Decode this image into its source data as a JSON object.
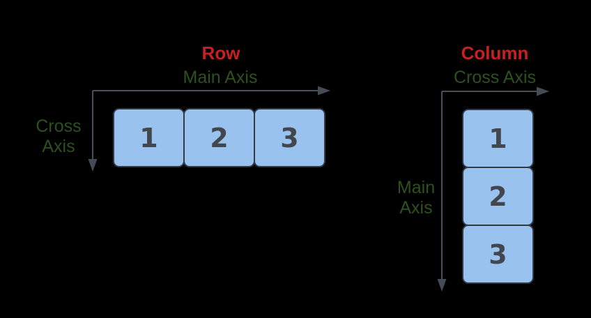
{
  "diagram": {
    "description": "Flexbox row vs column axes diagram",
    "background": "#000000",
    "colors": {
      "title_red": "#C62020",
      "axis_green": "#2C511F",
      "box_fill": "#99C2EF",
      "box_border": "#343A43",
      "box_number": "#42474D",
      "arrow": "#4A5058"
    },
    "figures": {
      "row": {
        "title": "Row",
        "top_axis_label": "Main Axis",
        "side_axis_line1": "Cross",
        "side_axis_line2": "Axis",
        "items": [
          "1",
          "2",
          "3"
        ]
      },
      "column": {
        "title": "Column",
        "top_axis_label": "Cross Axis",
        "side_axis_line1": "Main",
        "side_axis_line2": "Axis",
        "items": [
          "1",
          "2",
          "3"
        ]
      }
    }
  }
}
